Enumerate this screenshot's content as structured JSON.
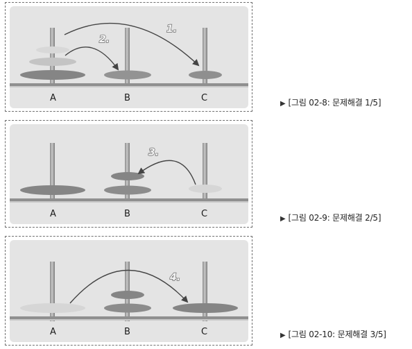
{
  "figures": [
    {
      "pegs": [
        "A",
        "B",
        "C"
      ],
      "step_labels": [
        "1.",
        "2."
      ],
      "caption": "[그림 02-8: 문제해결 1/5]"
    },
    {
      "pegs": [
        "A",
        "B",
        "C"
      ],
      "step_labels": [
        "3."
      ],
      "caption": "[그림 02-9: 문제해결 2/5]"
    },
    {
      "pegs": [
        "A",
        "B",
        "C"
      ],
      "step_labels": [
        "4."
      ],
      "caption": "[그림 02-10: 문제해결 3/5]"
    }
  ],
  "caption_marker": "▶",
  "colors": {
    "panel_bg": "#e4e4e4",
    "disk_dark": "#858585",
    "disk_mid": "#a8a8a8",
    "disk_light": "#d6d6d6",
    "rod": "#9c9c9c",
    "arrow": "#444444"
  }
}
